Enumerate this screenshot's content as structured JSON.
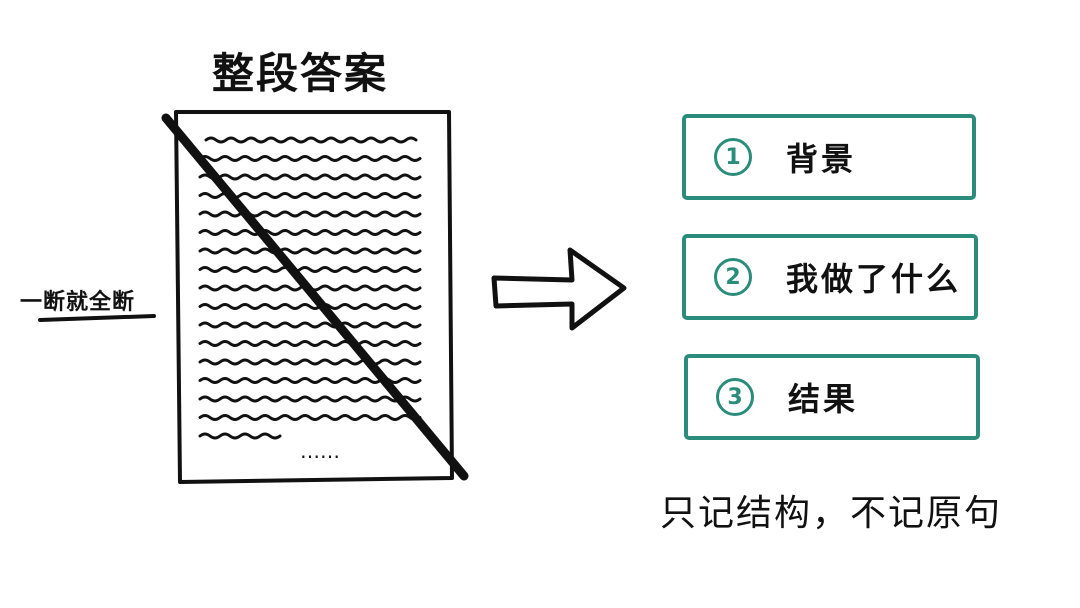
{
  "left": {
    "title": "整段答案",
    "side_note": "一断就全断",
    "ellipsis": "……"
  },
  "steps": [
    {
      "num": "1",
      "label": "背景"
    },
    {
      "num": "2",
      "label": "我做了什么"
    },
    {
      "num": "3",
      "label": "结果"
    }
  ],
  "summary": "只记结构，不记原句",
  "colors": {
    "accent": "#2a8c7a",
    "ink": "#111111"
  }
}
